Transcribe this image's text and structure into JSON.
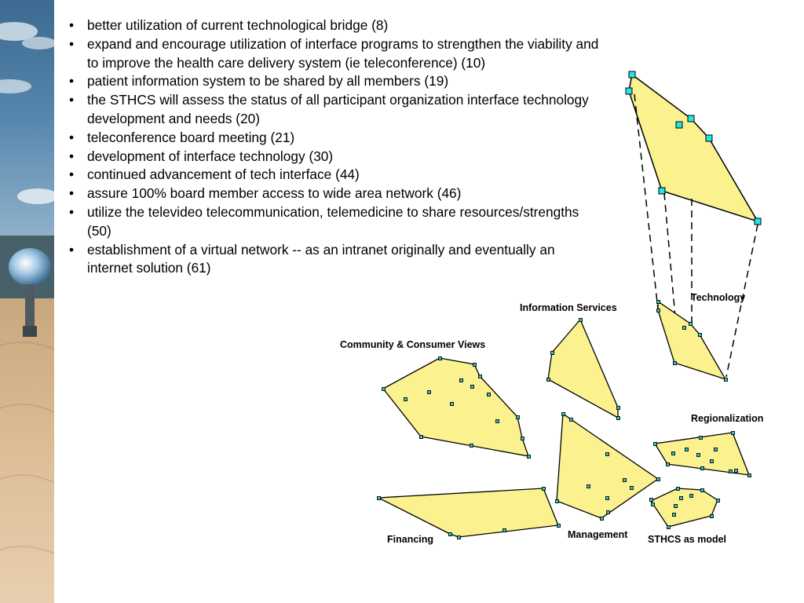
{
  "bullets": [
    "better utilization of current technological bridge (8)",
    "expand and encourage utilization of interface programs to strengthen the viability and to improve the health care delivery system (ie teleconference) (10)",
    "patient information system to be shared by all members (19)",
    "the STHCS will assess the status of all participant organization interface technology development and needs (20)",
    "teleconference board meeting (21)",
    "development of interface technology (30)",
    "continued advancement of tech interface (44)",
    "assure 100% board member access to wide area network (46)",
    "utilize the televideo telecommunication, telemedicine to share resources/strengths (50)",
    "establishment of a virtual network -- as an intranet originally and eventually an internet solution (61)"
  ],
  "clusters": {
    "technology": "Technology",
    "information_services": "Information Services",
    "community": "Community & Consumer Views",
    "regionalization": "Regionalization",
    "financing": "Financing",
    "management": "Management",
    "sthcs_model": "STHCS as model"
  },
  "colors": {
    "polygon_fill": "#fbf28f",
    "marker_fill": "#2fc9c9",
    "enlarged_marker_fill": "#22e6e6",
    "line": "#000000"
  }
}
